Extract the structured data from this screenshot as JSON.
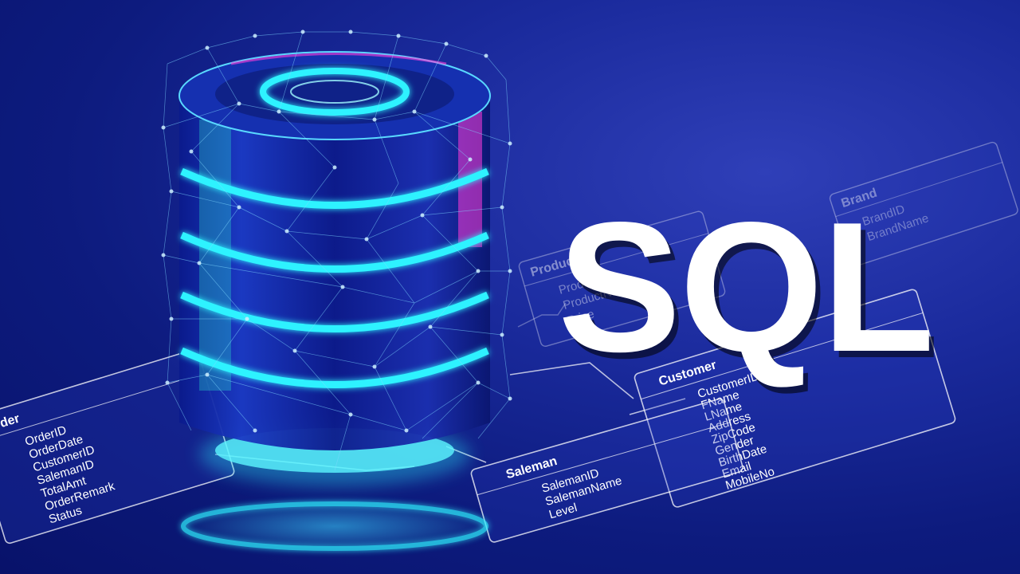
{
  "headline": "SQL",
  "colors": {
    "background": "#0d1b7e",
    "glow_ring": "#2ef2ff",
    "accent_magenta": "#ff3dd8",
    "text": "#ffffff"
  },
  "icon": "database-icon",
  "tables": {
    "order": {
      "title": "Order",
      "fields": [
        "OrderID",
        "OrderDate",
        "CustomerID",
        "SalemanID",
        "TotalAmt",
        "OrderRemark",
        "Status"
      ]
    },
    "saleman": {
      "title": "Saleman",
      "fields": [
        "SalemanID",
        "SalemanName",
        "Level"
      ]
    },
    "customer": {
      "title": "Customer",
      "fields": [
        "CustomerID",
        "FName",
        "LName",
        "Address",
        "ZipCode",
        "Gender",
        "BirthDate",
        "Email",
        "MobileNo"
      ]
    },
    "product": {
      "title": "Product",
      "fields": [
        "ProductID",
        "ProductName",
        "Price"
      ]
    },
    "brand": {
      "title": "Brand",
      "fields": [
        "BrandID",
        "BrandName"
      ]
    }
  }
}
